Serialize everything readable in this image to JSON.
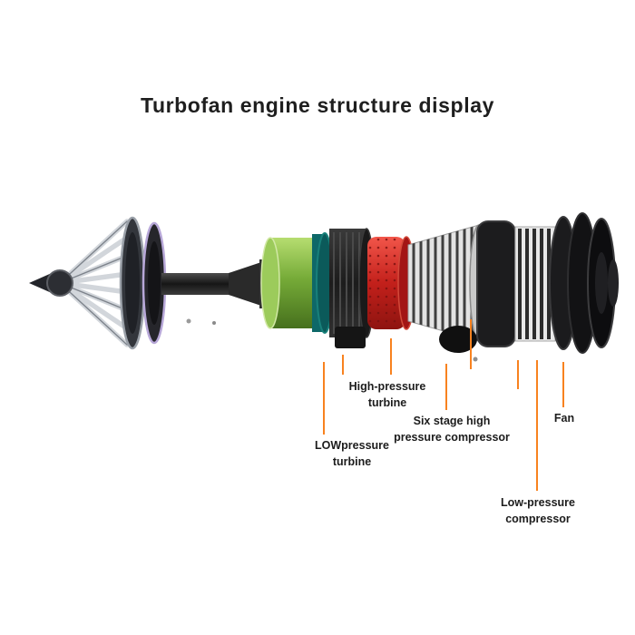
{
  "page": {
    "title": "Turbofan engine structure display"
  },
  "diagram": {
    "accent_color": "#f8821f",
    "labels": {
      "high_pressure_turbine": "High-pressure turbine",
      "low_pressure_turbine": "LOWpressure turbine",
      "six_stage_compressor": "Six stage high pressure compressor",
      "fan": "Fan",
      "low_pressure_compressor": "Low-pressure compressor"
    }
  }
}
